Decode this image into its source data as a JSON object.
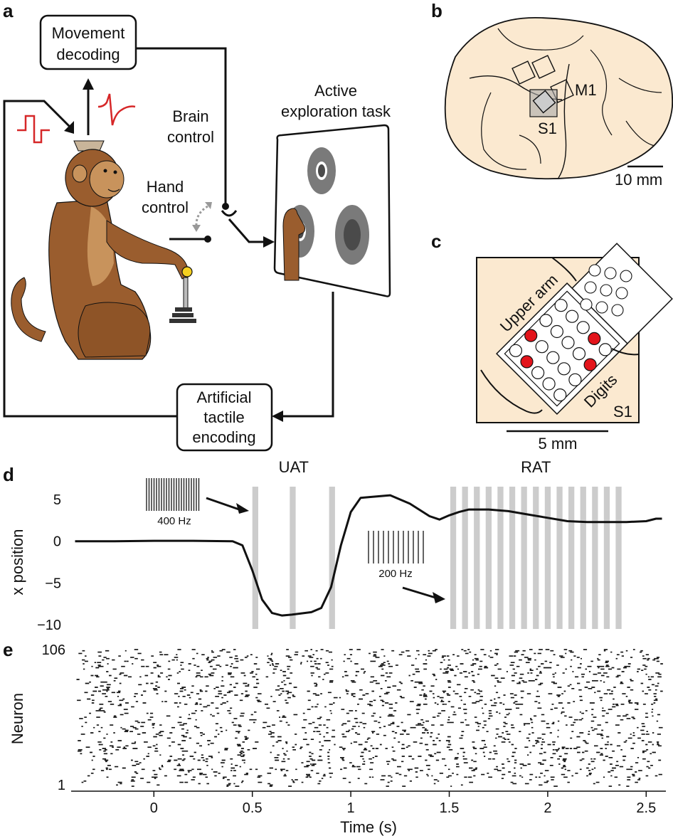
{
  "panel_labels": {
    "a": "a",
    "b": "b",
    "c": "c",
    "d": "d",
    "e": "e"
  },
  "panel_a": {
    "decoder_line1": "Movement",
    "decoder_line2": "decoding",
    "brain_control_1": "Brain",
    "brain_control_2": "control",
    "hand_control_1": "Hand",
    "hand_control_2": "control",
    "task_title_1": "Active",
    "task_title_2": "exploration task",
    "encoder_line1": "Artificial",
    "encoder_line2": "tactile",
    "encoder_line3": "encoding"
  },
  "panel_b": {
    "m1": "M1",
    "s1": "S1",
    "scale": "10 mm"
  },
  "panel_c": {
    "upper_arm": "Upper arm",
    "digits": "Digits",
    "s1": "S1",
    "scale": "5 mm"
  },
  "colors": {
    "monkey": "#9a5d2e",
    "monkey_light": "#c8935c",
    "brain": "#fbe9d0",
    "rat_bar": "#cccccc",
    "pulse": "#d62728",
    "electrode_red": "#e3141b",
    "target_outer": "#7a7a7a",
    "target_inner": "#4a4a4a"
  },
  "chart_data": [
    {
      "type": "line",
      "panel": "d",
      "title": "",
      "ylabel": "x position",
      "xlabel": "",
      "xlim": [
        -0.42,
        2.6
      ],
      "ylim": [
        -10.5,
        6.5
      ],
      "yticks": [
        5,
        0,
        -5,
        -10
      ],
      "ytick_labels": [
        "5",
        "0",
        "−5",
        "−10"
      ],
      "x": [
        -0.4,
        -0.2,
        0.0,
        0.2,
        0.4,
        0.45,
        0.5,
        0.55,
        0.6,
        0.65,
        0.7,
        0.8,
        0.85,
        0.9,
        0.95,
        1.0,
        1.05,
        1.1,
        1.2,
        1.3,
        1.4,
        1.45,
        1.5,
        1.55,
        1.6,
        1.7,
        1.8,
        1.9,
        2.0,
        2.1,
        2.2,
        2.3,
        2.4,
        2.5,
        2.55,
        2.58
      ],
      "y": [
        0.0,
        0.0,
        0.05,
        0.05,
        0.0,
        -0.5,
        -3.5,
        -7.0,
        -8.6,
        -8.9,
        -8.8,
        -8.5,
        -8.0,
        -5.5,
        -0.5,
        3.5,
        5.2,
        5.3,
        5.5,
        4.5,
        3.0,
        2.6,
        3.1,
        3.5,
        3.8,
        3.8,
        3.6,
        3.2,
        2.8,
        2.4,
        2.3,
        2.3,
        2.3,
        2.4,
        2.7,
        2.7
      ],
      "annotations": {
        "uat": "UAT",
        "rat": "RAT",
        "freq_uat": "400 Hz",
        "freq_rat": "200 Hz"
      },
      "stim_windows_uat": [
        [
          0.5,
          0.53
        ],
        [
          0.69,
          0.72
        ],
        [
          0.89,
          0.92
        ]
      ],
      "stim_windows_rat": [
        [
          1.505,
          1.535
        ],
        [
          1.565,
          1.595
        ],
        [
          1.625,
          1.655
        ],
        [
          1.685,
          1.715
        ],
        [
          1.745,
          1.775
        ],
        [
          1.805,
          1.835
        ],
        [
          1.865,
          1.895
        ],
        [
          1.925,
          1.955
        ],
        [
          1.985,
          2.015
        ],
        [
          2.045,
          2.075
        ],
        [
          2.105,
          2.135
        ],
        [
          2.165,
          2.195
        ],
        [
          2.225,
          2.255
        ],
        [
          2.285,
          2.315
        ],
        [
          2.345,
          2.375
        ]
      ]
    },
    {
      "type": "raster",
      "panel": "e",
      "ylabel": "Neuron",
      "xlabel": "Time (s)",
      "xlim": [
        -0.42,
        2.6
      ],
      "xticks": [
        0,
        0.5,
        1,
        1.5,
        2,
        2.5
      ],
      "xtick_labels": [
        "0",
        "0.5",
        "1",
        "1.5",
        "2",
        "2.5"
      ],
      "ytick_labels": [
        "106",
        "1"
      ],
      "n_neurons": 106
    }
  ]
}
